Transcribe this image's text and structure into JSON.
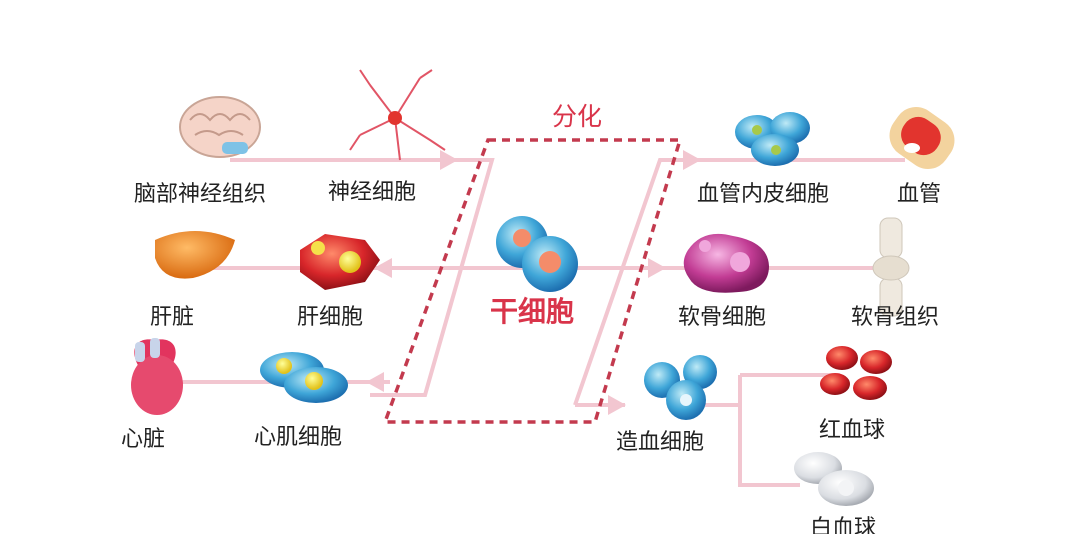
{
  "title": "分化",
  "center": "干细胞",
  "left_cells": [
    "神经细胞",
    "肝细胞",
    "心肌细胞"
  ],
  "left_tissues": [
    "脑部神经组织",
    "肝脏",
    "心脏"
  ],
  "right_cells": [
    "血管内皮细胞",
    "软骨细胞",
    "造血细胞"
  ],
  "right_tissues": [
    "血管",
    "软骨组织"
  ],
  "blood_cells": [
    "红血球",
    "白血球"
  ],
  "icons": {
    "brain": "brain-icon",
    "neuron": "neuron-icon",
    "liver": "liver-icon",
    "liver_cell": "liver-cell-icon",
    "heart": "heart-icon",
    "heart_cell": "cardiomyocyte-icon",
    "stem_cell": "stem-cell-icon",
    "endothelial": "endothelial-cell-icon",
    "vessel": "blood-vessel-icon",
    "chondrocyte": "chondrocyte-icon",
    "cartilage": "knee-joint-icon",
    "hematopoietic": "hematopoietic-cell-icon",
    "red_blood": "red-blood-cell-icon",
    "white_blood": "white-blood-cell-icon"
  },
  "colors": {
    "arrow": "#f2c6d0",
    "accent": "#d9344a",
    "dash": "#c33a4e"
  }
}
